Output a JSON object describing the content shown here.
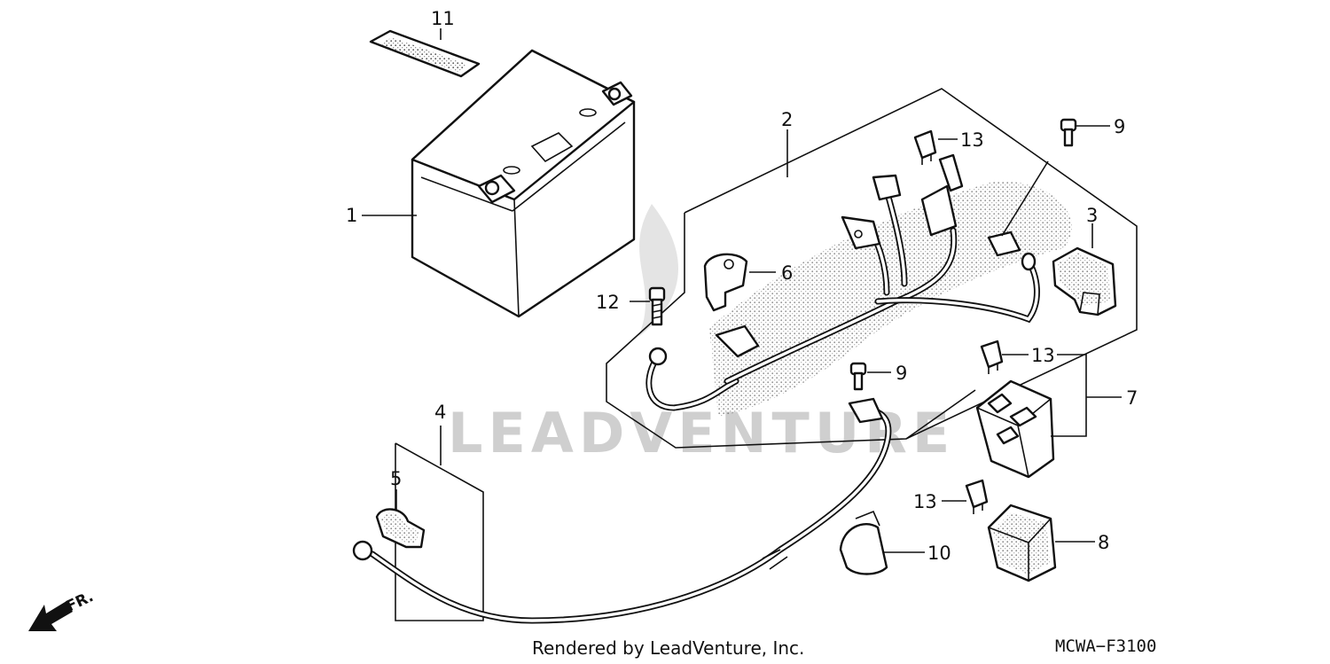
{
  "callouts": [
    {
      "id": "1",
      "text": "1"
    },
    {
      "id": "2",
      "text": "2"
    },
    {
      "id": "3",
      "text": "3"
    },
    {
      "id": "4",
      "text": "4"
    },
    {
      "id": "5",
      "text": "5"
    },
    {
      "id": "6",
      "text": "6"
    },
    {
      "id": "7",
      "text": "7"
    },
    {
      "id": "8",
      "text": "8"
    },
    {
      "id": "9a",
      "text": "9"
    },
    {
      "id": "9b",
      "text": "9"
    },
    {
      "id": "10",
      "text": "10"
    },
    {
      "id": "11",
      "text": "11"
    },
    {
      "id": "12",
      "text": "12"
    },
    {
      "id": "13a",
      "text": "13"
    },
    {
      "id": "13b",
      "text": "13"
    },
    {
      "id": "13c",
      "text": "13"
    }
  ],
  "front_arrow_label": "FR.",
  "credit": "Rendered by LeadVenture, Inc.",
  "diagram_code": "MCWA−F3100",
  "watermark": "LEADVENTURE",
  "colors": {
    "ink": "#111111",
    "watermark": "#cfcfcf",
    "background": "#ffffff"
  }
}
